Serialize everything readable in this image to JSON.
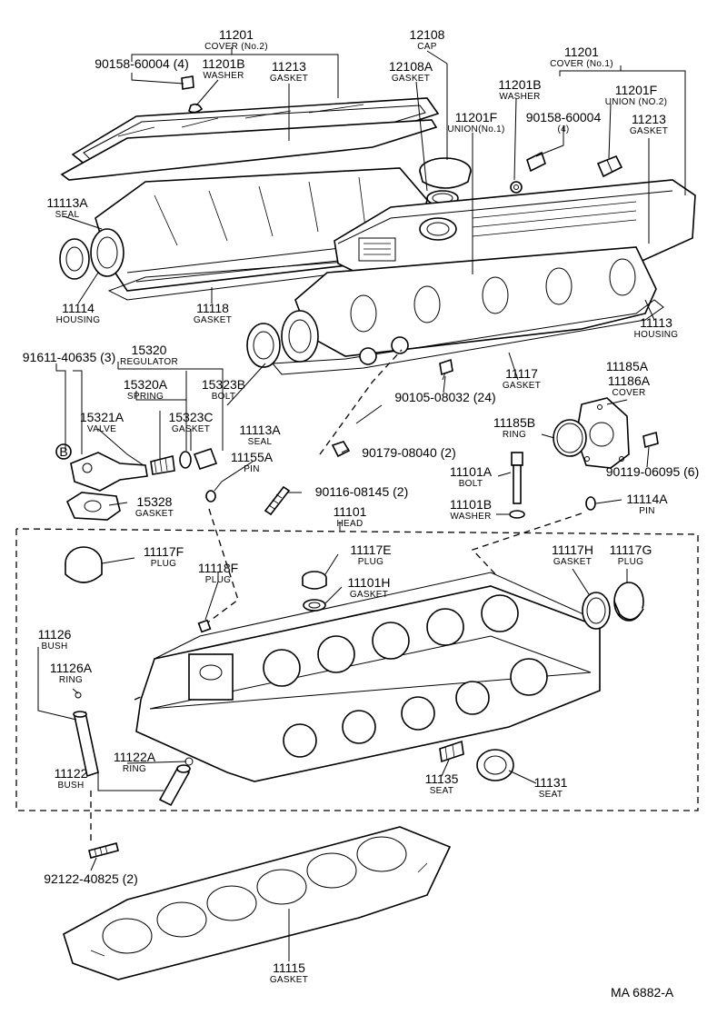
{
  "diagram_code": "MA 6882-A",
  "callouts": [
    {
      "id": "c11201a",
      "number": "11201",
      "name": "COVER (No.2)"
    },
    {
      "id": "c12108",
      "number": "12108",
      "name": "CAP"
    },
    {
      "id": "c11201b",
      "number": "11201",
      "name": "COVER (No.1)"
    },
    {
      "id": "c90158a",
      "number": "90158-60004 (4)",
      "name": ""
    },
    {
      "id": "c11201Ba",
      "number": "11201B",
      "name": "WASHER"
    },
    {
      "id": "c11213a",
      "number": "11213",
      "name": "GASKET"
    },
    {
      "id": "c12108A",
      "number": "12108A",
      "name": "GASKET"
    },
    {
      "id": "c11201Bb",
      "number": "11201B",
      "name": "WASHER"
    },
    {
      "id": "c11201Fa",
      "number": "11201F",
      "name": "UNION(No.1)"
    },
    {
      "id": "c90158b",
      "number": "90158-60004",
      "name": "(4)"
    },
    {
      "id": "c11201Fb",
      "number": "11201F",
      "name": "UNION (NO.2)"
    },
    {
      "id": "c11213b",
      "number": "11213",
      "name": "GASKET"
    },
    {
      "id": "c11113Aa",
      "number": "11113A",
      "name": "SEAL"
    },
    {
      "id": "c11114",
      "number": "11114",
      "name": "HOUSING"
    },
    {
      "id": "c11118",
      "number": "11118",
      "name": "GASKET"
    },
    {
      "id": "c11113",
      "number": "11113",
      "name": "HOUSING"
    },
    {
      "id": "c91611",
      "number": "91611-40635 (3)",
      "name": ""
    },
    {
      "id": "c15320",
      "number": "15320",
      "name": "REGULATOR"
    },
    {
      "id": "c15320A",
      "number": "15320A",
      "name": "SPRING"
    },
    {
      "id": "c15323B",
      "number": "15323B",
      "name": "BOLT"
    },
    {
      "id": "c15321A",
      "number": "15321A",
      "name": "VALVE"
    },
    {
      "id": "c15323C",
      "number": "15323C",
      "name": "GASKET"
    },
    {
      "id": "c11117",
      "number": "11117",
      "name": "GASKET"
    },
    {
      "id": "c11185A",
      "number": "11185A",
      "name": ""
    },
    {
      "id": "c11186A",
      "number": "11186A",
      "name": "COVER"
    },
    {
      "id": "c90105",
      "number": "90105-08032 (24)",
      "name": ""
    },
    {
      "id": "c11113Ab",
      "number": "11113A",
      "name": "SEAL"
    },
    {
      "id": "c11155A",
      "number": "11155A",
      "name": "PIN"
    },
    {
      "id": "c11185B",
      "number": "11185B",
      "name": "RING"
    },
    {
      "id": "c90179",
      "number": "90179-08040 (2)",
      "name": ""
    },
    {
      "id": "c90119",
      "number": "90119-06095 (6)",
      "name": ""
    },
    {
      "id": "c11101A",
      "number": "11101A",
      "name": "BOLT"
    },
    {
      "id": "c15328",
      "number": "15328",
      "name": "GASKET"
    },
    {
      "id": "c90116",
      "number": "90116-08145 (2)",
      "name": ""
    },
    {
      "id": "c11101B",
      "number": "11101B",
      "name": "WASHER"
    },
    {
      "id": "c11114A",
      "number": "11114A",
      "name": "PIN"
    },
    {
      "id": "c11101",
      "number": "11101",
      "name": "HEAD"
    },
    {
      "id": "c11117F",
      "number": "11117F",
      "name": "PLUG"
    },
    {
      "id": "c11117E",
      "number": "11117E",
      "name": "PLUG"
    },
    {
      "id": "c11117H",
      "number": "11117H",
      "name": "GASKET"
    },
    {
      "id": "c11117G",
      "number": "11117G",
      "name": "PLUG"
    },
    {
      "id": "c11118F",
      "number": "11118F",
      "name": "PLUG"
    },
    {
      "id": "c11101H",
      "number": "11101H",
      "name": "GASKET"
    },
    {
      "id": "c11126",
      "number": "11126",
      "name": "BUSH"
    },
    {
      "id": "c11126A",
      "number": "11126A",
      "name": "RING"
    },
    {
      "id": "c11122A",
      "number": "11122A",
      "name": "RING"
    },
    {
      "id": "c11122",
      "number": "11122",
      "name": "BUSH"
    },
    {
      "id": "c11135",
      "number": "11135",
      "name": "SEAT"
    },
    {
      "id": "c11131",
      "number": "11131",
      "name": "SEAT"
    },
    {
      "id": "c92122",
      "number": "92122-40825 (2)",
      "name": ""
    },
    {
      "id": "c11115",
      "number": "11115",
      "name": "GASKET"
    }
  ],
  "markers": {
    "b_marker": "B"
  }
}
